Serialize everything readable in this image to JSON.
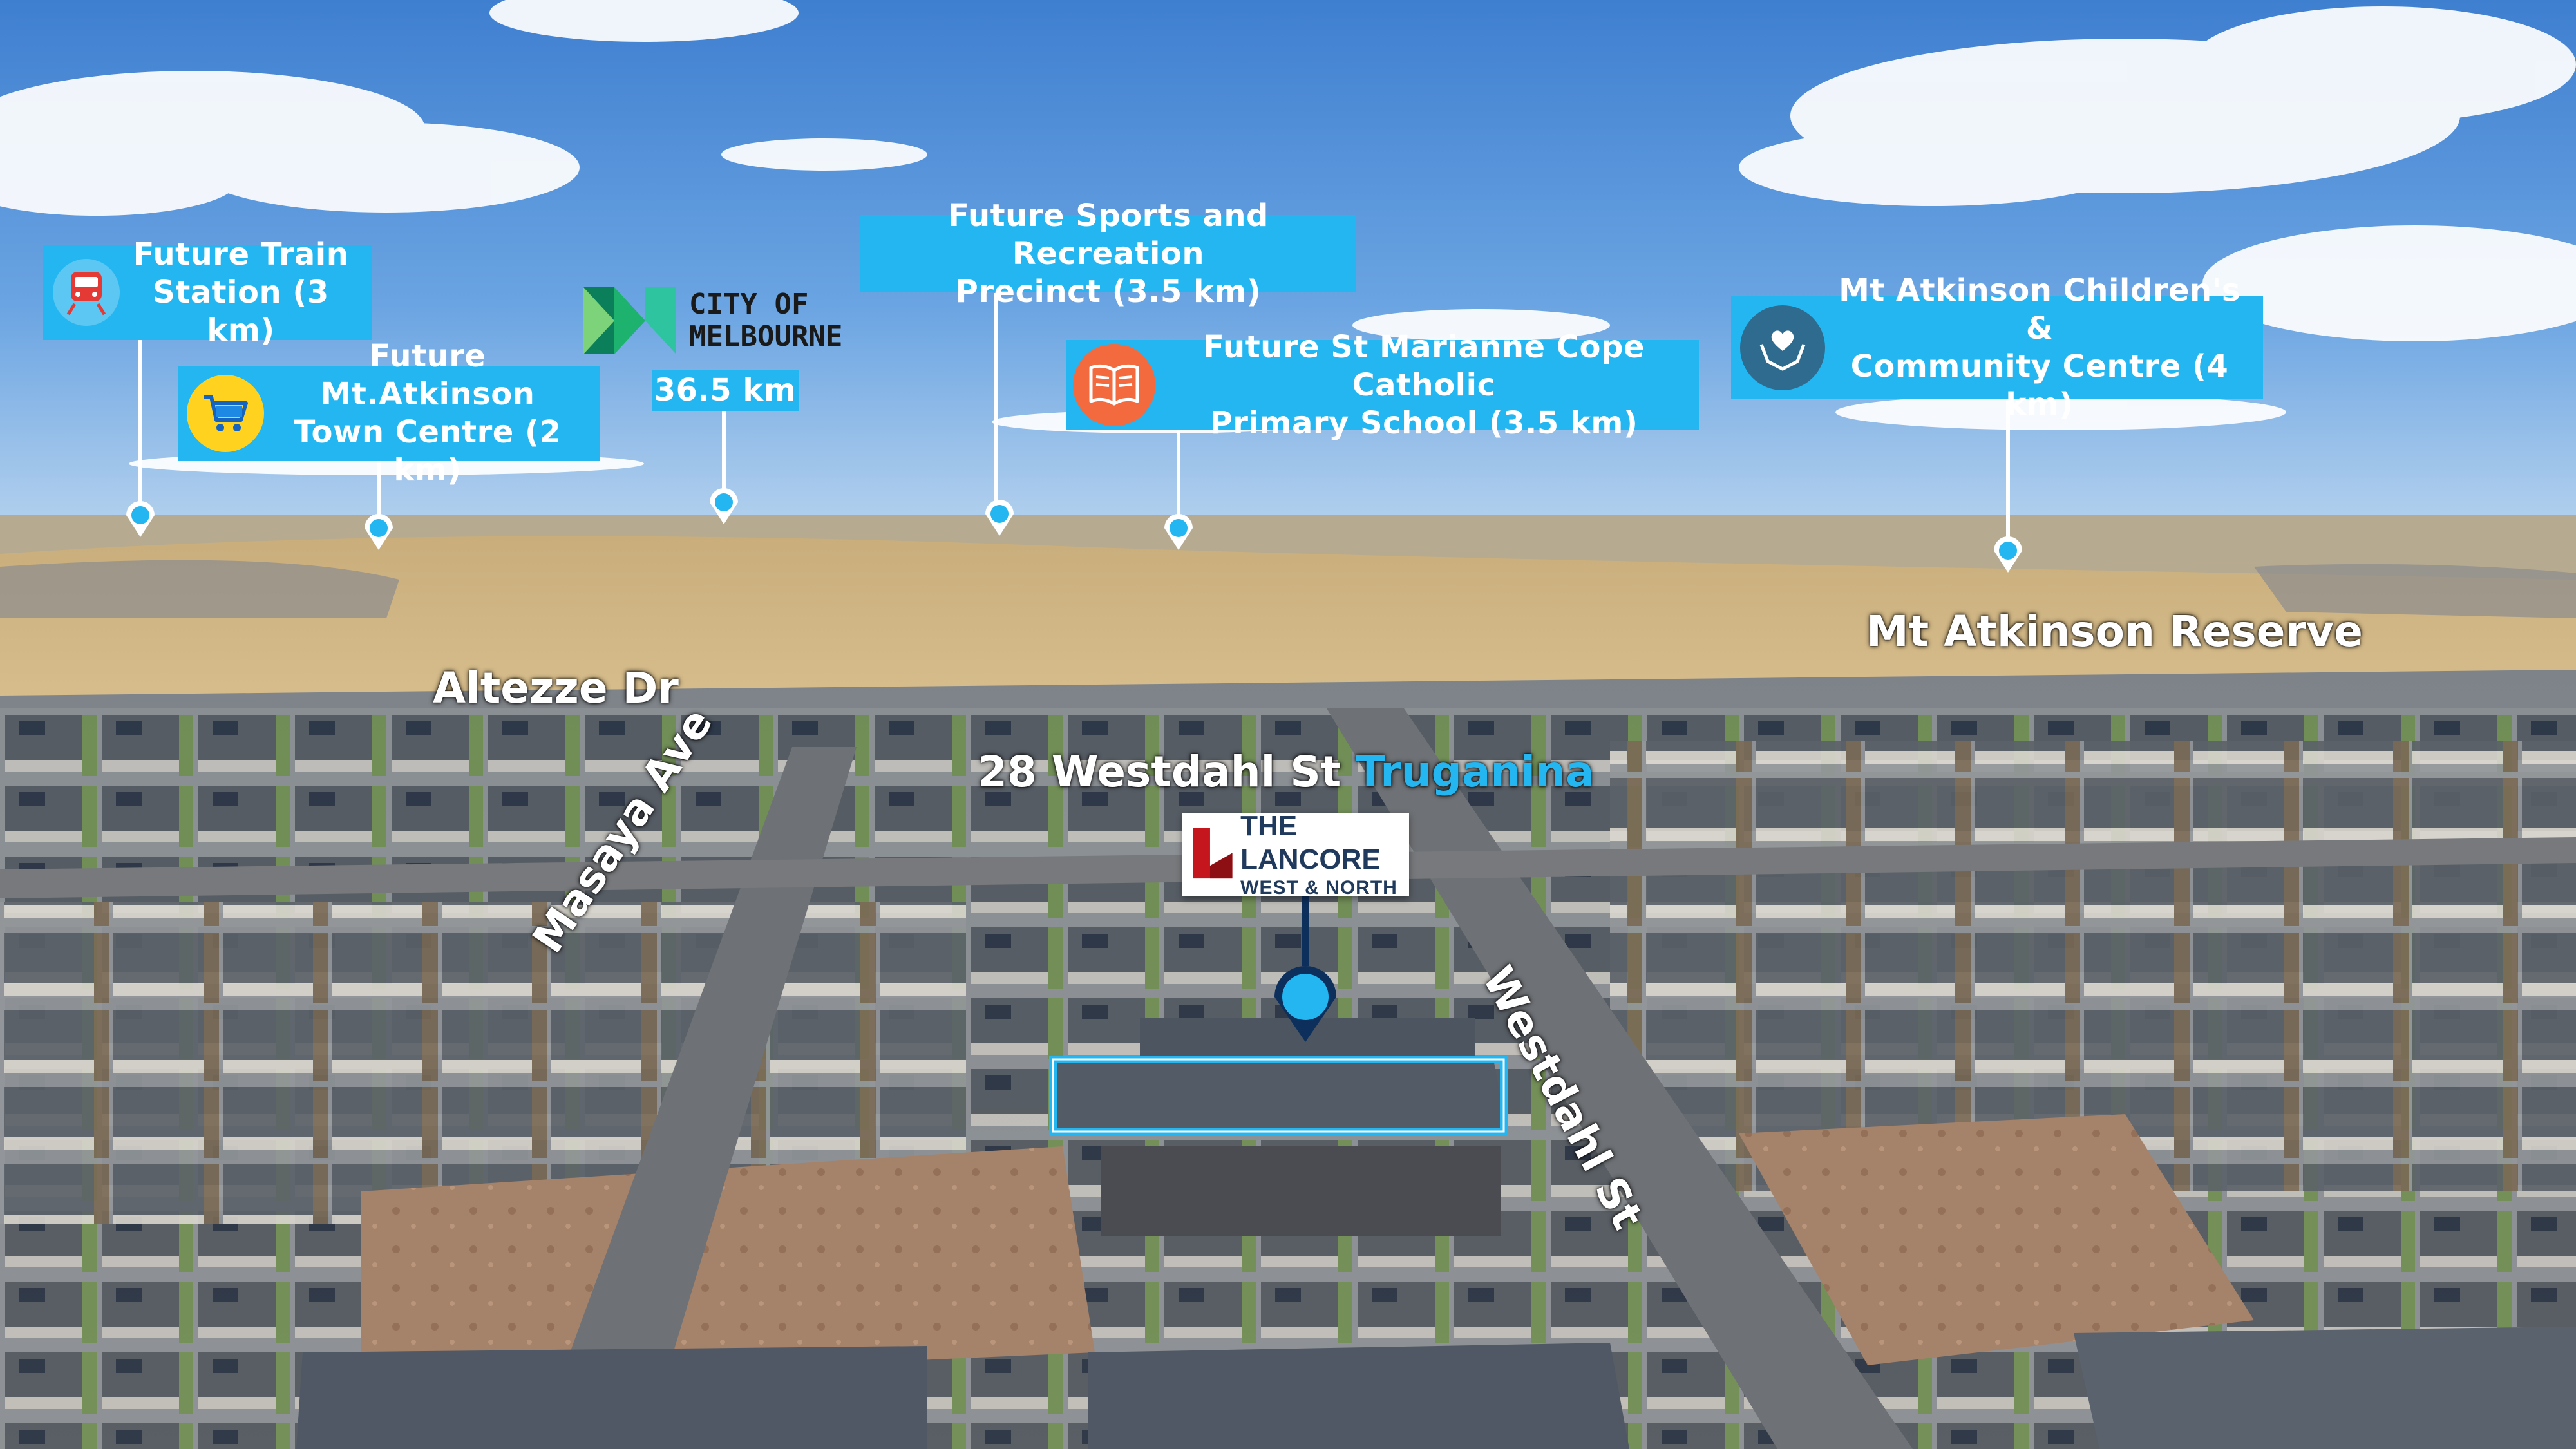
{
  "colors": {
    "accent": "#23b6f0",
    "callout_text": "#ffffff",
    "logo_red": "#c4161c",
    "suburb_highlight": "#23b6f0"
  },
  "callouts": [
    {
      "id": "train",
      "lines": [
        "Future Train",
        "Station (3 km)"
      ],
      "icon": "train-icon"
    },
    {
      "id": "town-centre",
      "lines": [
        "Future Mt.Atkinson",
        "Town Centre (2 km)"
      ],
      "icon": "shopping-cart-icon"
    },
    {
      "id": "sports",
      "lines": [
        "Future Sports and Recreation",
        "Precinct (3.5 km)"
      ],
      "icon": ""
    },
    {
      "id": "school",
      "lines": [
        "Future St Marianne Cope Catholic",
        "Primary School (3.5 km)"
      ],
      "icon": "book-icon"
    },
    {
      "id": "community",
      "lines": [
        "Mt Atkinson Children's &",
        "Community Centre (4 km)"
      ],
      "icon": "hands-heart-icon"
    }
  ],
  "city_logo": {
    "line1": "CITY OF",
    "line2": "MELBOURNE",
    "distance": "36.5 km"
  },
  "places": {
    "reserve": "Mt Atkinson Reserve",
    "altezze": "Altezze Dr",
    "masaya": "Masaya Ave",
    "westdahl": "Westdahl St"
  },
  "address": {
    "street": "28 Westdahl St",
    "suburb": "Truganina"
  },
  "brand": {
    "line1": "THE LANCORE",
    "line2": "WEST & NORTH"
  }
}
